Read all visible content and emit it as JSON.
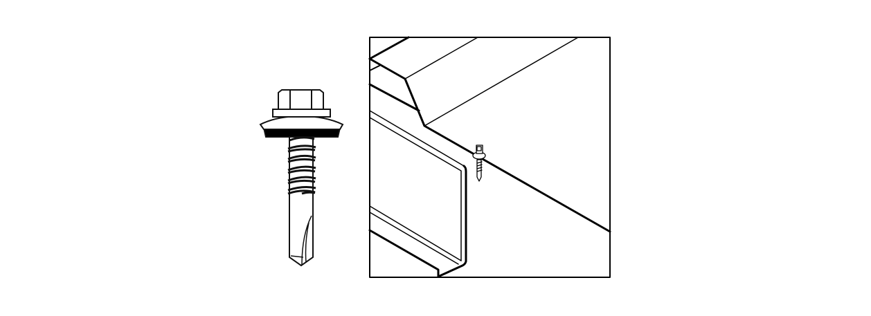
{
  "figures": [
    {
      "id": "screw",
      "icon": "self-drilling-hex-head-screw-with-washer"
    },
    {
      "id": "roof-detail",
      "icon": "roof-sheet-fastened-to-purlin"
    }
  ],
  "colors": {
    "line": "#000000",
    "background": "#ffffff"
  }
}
